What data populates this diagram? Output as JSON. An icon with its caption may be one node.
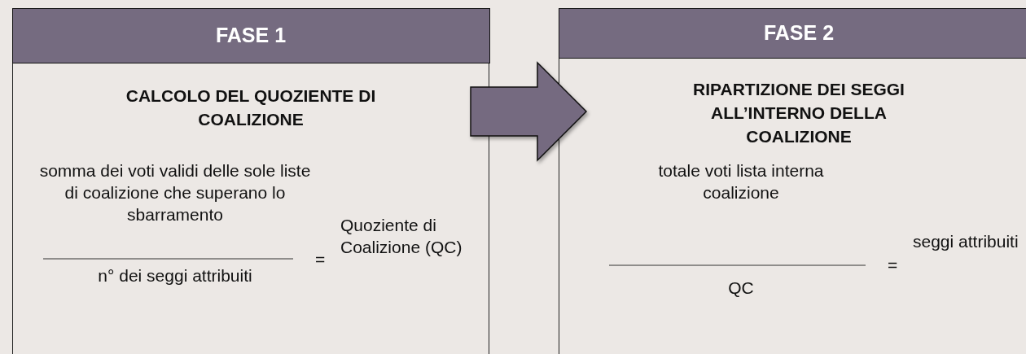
{
  "diagram": {
    "nodes": [
      {
        "text": [
          "FASE 1",
          "CALCOLO DEL QUOZIENTE DI COALIZIONE"
        ]
      },
      {
        "text": [
          "FASE 2",
          "RIPARTIZIONE DEI SEGGI ALL’INTERNO DELLA COALIZIONE"
        ]
      }
    ],
    "edges": [
      {
        "from": 0,
        "to": 1,
        "arrow": "to",
        "style": "thick"
      }
    ],
    "labels": [
      "somma dei voti validi delle sole liste di coalizione che superano lo sbarramento",
      "n° dei seggi attribuiti",
      "=",
      "Quoziente di Coalizione (QC)",
      "totale voti lista interna coalizione",
      "QC",
      "=",
      "seggi attribuiti"
    ]
  }
}
